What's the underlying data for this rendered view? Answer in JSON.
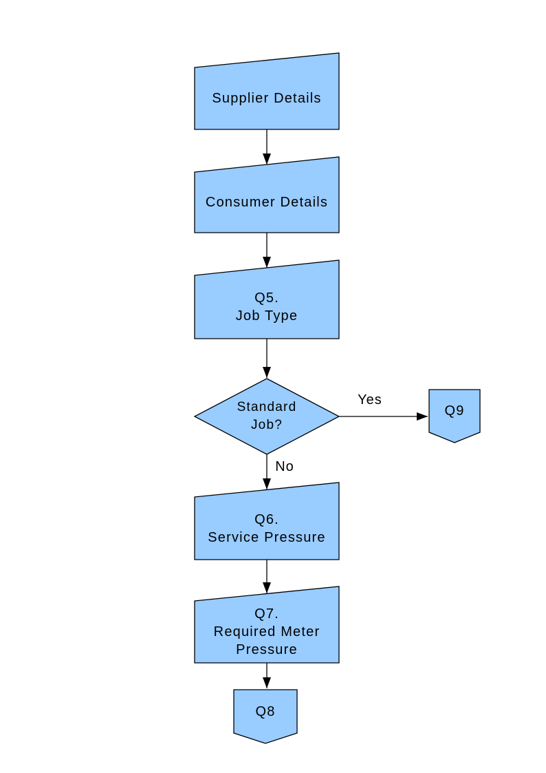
{
  "diagram": {
    "type": "flowchart",
    "colors": {
      "node_fill": "#99CCFF",
      "node_border": "#000000",
      "arrow": "#000000",
      "text": "#000000",
      "background": "#FFFFFF"
    },
    "nodes": {
      "supplier_details": {
        "label": "Supplier Details",
        "shape": "manual-input"
      },
      "consumer_details": {
        "label": "Consumer Details",
        "shape": "manual-input"
      },
      "q5_job_type": {
        "label": "Q5.\nJob Type",
        "shape": "manual-input"
      },
      "standard_job": {
        "label": "Standard\nJob?",
        "shape": "decision"
      },
      "q9": {
        "label": "Q9",
        "shape": "off-page-connector"
      },
      "q6_service_pressure": {
        "label": "Q6.\nService Pressure",
        "shape": "manual-input"
      },
      "q7_required_meter_pressure": {
        "label": "Q7.\nRequired Meter\nPressure",
        "shape": "manual-input"
      },
      "q8": {
        "label": "Q8",
        "shape": "off-page-connector"
      }
    },
    "edge_labels": {
      "yes": "Yes",
      "no": "No"
    },
    "edges": [
      {
        "from": "supplier_details",
        "to": "consumer_details",
        "label": ""
      },
      {
        "from": "consumer_details",
        "to": "q5_job_type",
        "label": ""
      },
      {
        "from": "q5_job_type",
        "to": "standard_job",
        "label": ""
      },
      {
        "from": "standard_job",
        "to": "q9",
        "label": "Yes"
      },
      {
        "from": "standard_job",
        "to": "q6_service_pressure",
        "label": "No"
      },
      {
        "from": "q6_service_pressure",
        "to": "q7_required_meter_pressure",
        "label": ""
      },
      {
        "from": "q7_required_meter_pressure",
        "to": "q8",
        "label": ""
      }
    ]
  }
}
